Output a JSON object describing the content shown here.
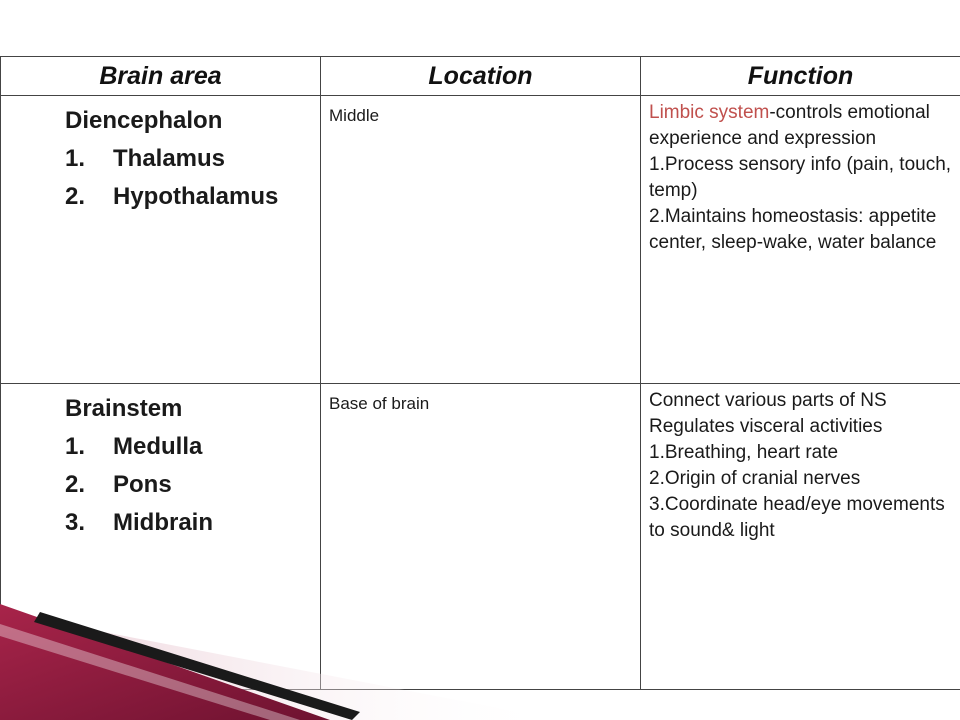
{
  "table": {
    "headers": [
      "Brain area",
      "Location",
      "Function"
    ],
    "rows": [
      {
        "area_title": "Diencephalon",
        "area_items": [
          {
            "num": "1.",
            "name": "Thalamus"
          },
          {
            "num": "2.",
            "name": "Hypothalamus"
          }
        ],
        "location": "Middle",
        "function_highlight": "Limbic system",
        "function_lines": [
          "-controls emotional experience and expression",
          "1.Process sensory info (pain, touch, temp)",
          "2.Maintains homeostasis: appetite center, sleep-wake, water balance"
        ]
      },
      {
        "area_title": "Brainstem",
        "area_items": [
          {
            "num": "1.",
            "name": "Medulla"
          },
          {
            "num": "2.",
            "name": "Pons"
          },
          {
            "num": "3.",
            "name": "Midbrain"
          }
        ],
        "location": "Base of brain",
        "function_lines": [
          "Connect various parts of NS",
          "Regulates visceral activities",
          "1.Breathing, heart rate",
          "2.Origin of cranial nerves",
          "3.Coordinate head/eye movements to sound& light"
        ]
      }
    ]
  },
  "colors": {
    "accent": "#c0504d",
    "decoration_maroon": "#8b1a3a",
    "decoration_dark": "#1a1a1a"
  }
}
